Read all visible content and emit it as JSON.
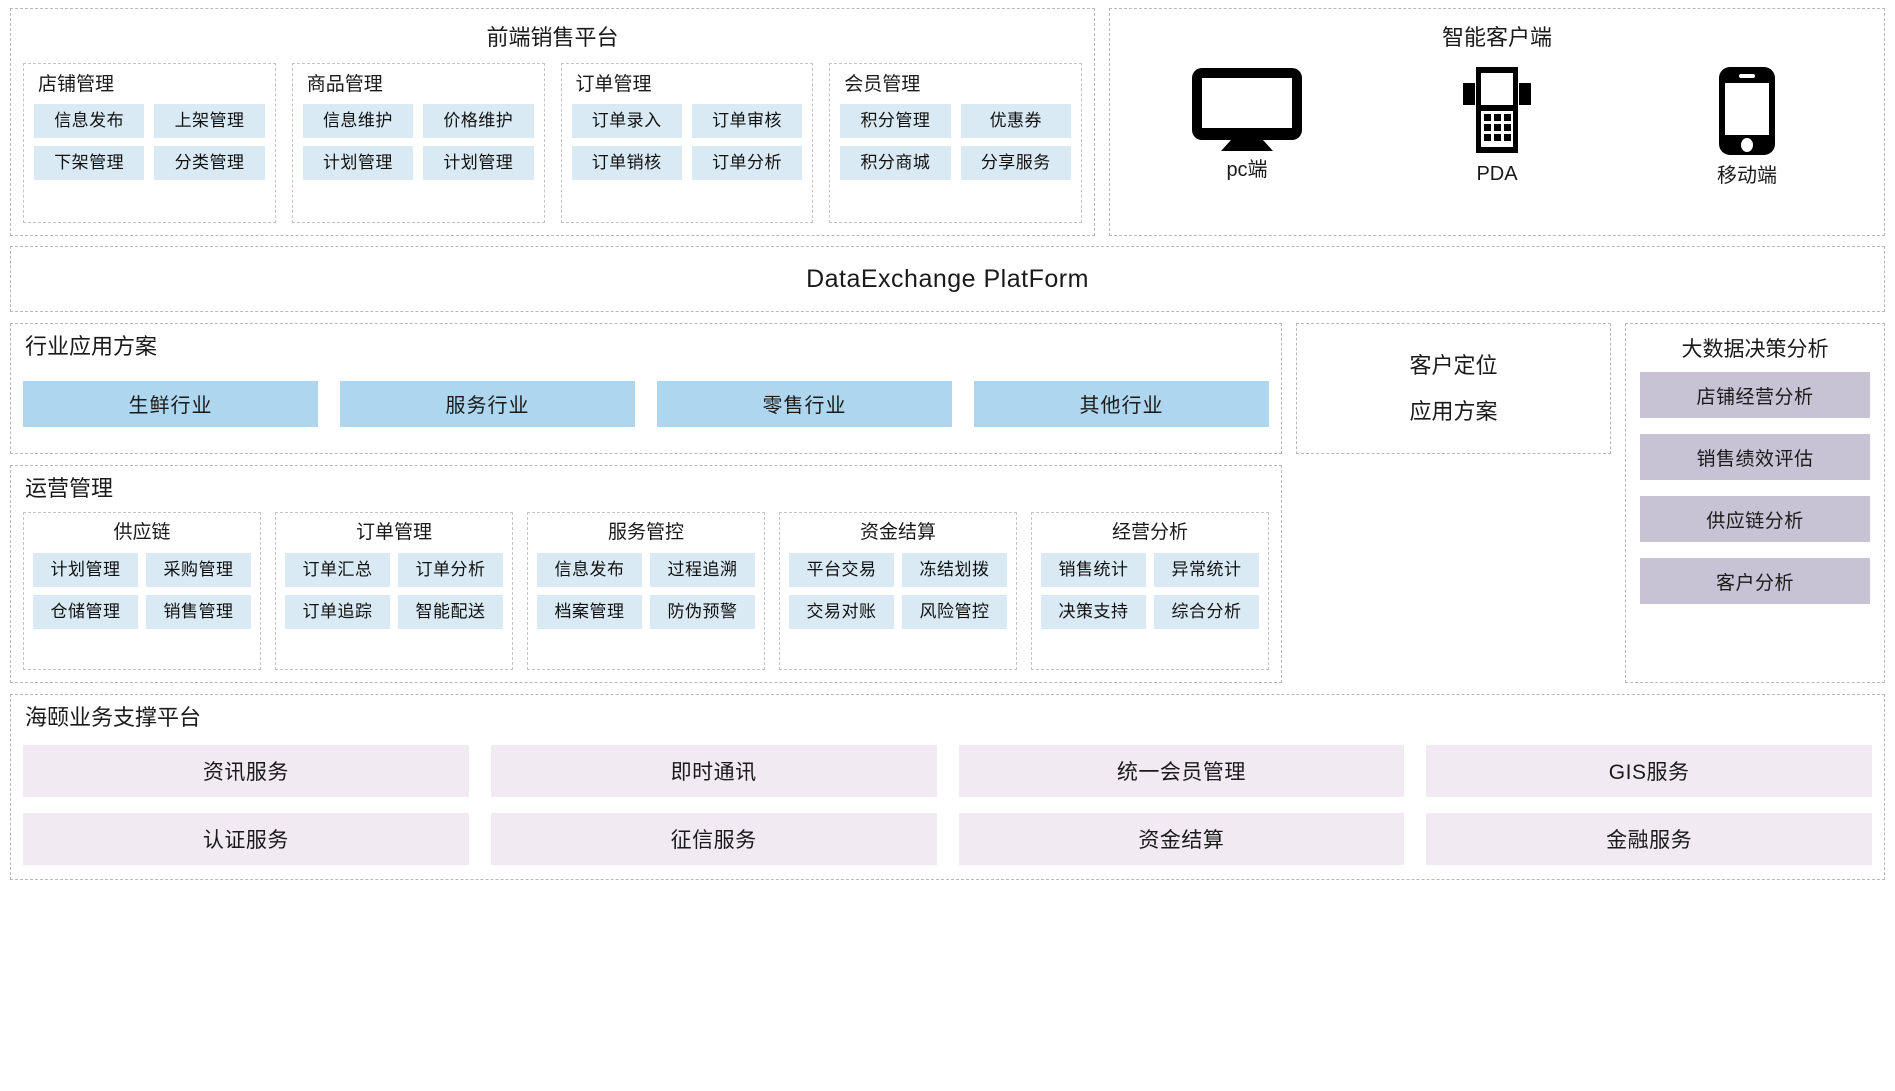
{
  "frontend": {
    "title": "前端销售平台",
    "groups": [
      {
        "title": "店铺管理",
        "items": [
          "信息发布",
          "上架管理",
          "下架管理",
          "分类管理"
        ]
      },
      {
        "title": "商品管理",
        "items": [
          "信息维护",
          "价格维护",
          "计划管理",
          "计划管理"
        ]
      },
      {
        "title": "订单管理",
        "items": [
          "订单录入",
          "订单审核",
          "订单销核",
          "订单分析"
        ]
      },
      {
        "title": "会员管理",
        "items": [
          "积分管理",
          "优惠券",
          "积分商城",
          "分享服务"
        ]
      }
    ]
  },
  "client": {
    "title": "智能客户端",
    "devices": [
      {
        "icon": "monitor-icon",
        "label": "pc端"
      },
      {
        "icon": "pda-icon",
        "label": "PDA"
      },
      {
        "icon": "mobile-icon",
        "label": "移动端"
      }
    ]
  },
  "data_exchange": {
    "label": "DataExchange  PlatForm"
  },
  "industry": {
    "title": "行业应用方案",
    "items": [
      "生鲜行业",
      "服务行业",
      "零售行业",
      "其他行业"
    ]
  },
  "customer_position": {
    "line1": "客户定位",
    "line2": "应用方案"
  },
  "big_data": {
    "title": "大数据决策分析",
    "items": [
      "店铺经营分析",
      "销售绩效评估",
      "供应链分析",
      "客户分析"
    ]
  },
  "operation": {
    "title": "运营管理",
    "groups": [
      {
        "title": "供应链",
        "items": [
          "计划管理",
          "采购管理",
          "仓储管理",
          "销售管理"
        ]
      },
      {
        "title": "订单管理",
        "items": [
          "订单汇总",
          "订单分析",
          "订单追踪",
          "智能配送"
        ]
      },
      {
        "title": "服务管控",
        "items": [
          "信息发布",
          "过程追溯",
          "档案管理",
          "防伪预警"
        ]
      },
      {
        "title": "资金结算",
        "items": [
          "平台交易",
          "冻结划拨",
          "交易对账",
          "风险管控"
        ]
      },
      {
        "title": "经营分析",
        "items": [
          "销售统计",
          "异常统计",
          "决策支持",
          "综合分析"
        ]
      }
    ]
  },
  "support": {
    "title": "海颐业务支撑平台",
    "items": [
      "资讯服务",
      "即时通讯",
      "统一会员管理",
      "GIS服务",
      "认证服务",
      "征信服务",
      "资金结算",
      "金融服务"
    ]
  },
  "colors": {
    "chip_blue": "#d9eaf4",
    "industry_blue": "#aed7ef",
    "bigdata_purple": "#c8c3d4",
    "support_pink": "#f2eaf2",
    "dashed_border": "#b9b9b9"
  }
}
